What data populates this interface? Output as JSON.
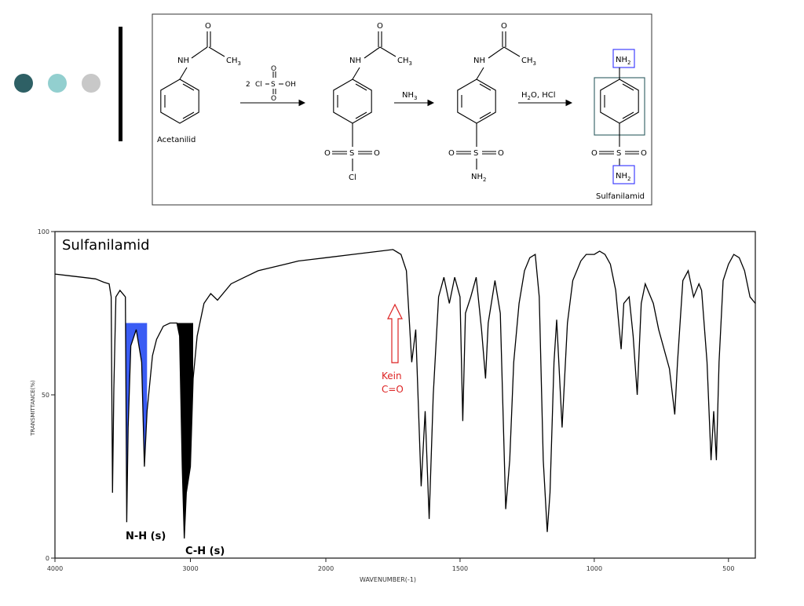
{
  "decor": {
    "dot_colors": [
      "#2e6065",
      "#92cfcf",
      "#c8c8c8"
    ],
    "bar_color": "#000000"
  },
  "reaction": {
    "labels": {
      "start_name": "Acetanilid",
      "product_name": "Sulfanilamid",
      "nh": "NH",
      "ch3": "CH",
      "ch3_sub": "3",
      "o": "O",
      "s": "S",
      "cl": "Cl",
      "oh": "OH",
      "nh2": "NH",
      "nh2_sub": "2"
    },
    "reagents": {
      "step1_coef": "2",
      "step2": "NH",
      "step2_sub": "3",
      "step3_a": "H",
      "step3_sub": "2",
      "step3_b": "O, HCl"
    },
    "highlight_color": "#3030ff",
    "ring_box_color": "#2e5c60"
  },
  "chart_data": {
    "type": "line",
    "title": "Sulfanilamid",
    "xlabel": "WAVENUMBER(-1)",
    "ylabel": "TRANSMITTANCE(%)",
    "x_range": [
      4000,
      400
    ],
    "ylim": [
      0,
      100
    ],
    "x_ticks": [
      4000,
      3000,
      2000,
      1500,
      1000,
      500
    ],
    "x_tick_labels": [
      "4000",
      "3000",
      "2000",
      "1500",
      "1000",
      "500"
    ],
    "y_ticks": [
      0,
      50,
      100
    ],
    "y_tick_labels": [
      "0",
      "50",
      "100"
    ],
    "series": [
      {
        "color": "#000000",
        "points": [
          [
            4000,
            87
          ],
          [
            3900,
            86.5
          ],
          [
            3800,
            86
          ],
          [
            3700,
            85.5
          ],
          [
            3640,
            84.5
          ],
          [
            3600,
            84
          ],
          [
            3585,
            80
          ],
          [
            3575,
            20
          ],
          [
            3565,
            52
          ],
          [
            3550,
            80
          ],
          [
            3520,
            82
          ],
          [
            3480,
            80
          ],
          [
            3470,
            11
          ],
          [
            3460,
            40
          ],
          [
            3440,
            65
          ],
          [
            3400,
            70
          ],
          [
            3360,
            60
          ],
          [
            3340,
            28
          ],
          [
            3320,
            45
          ],
          [
            3280,
            62
          ],
          [
            3250,
            67
          ],
          [
            3200,
            71
          ],
          [
            3150,
            72
          ],
          [
            3100,
            72
          ],
          [
            3080,
            68
          ],
          [
            3060,
            28
          ],
          [
            3045,
            6
          ],
          [
            3030,
            20
          ],
          [
            3000,
            28
          ],
          [
            2980,
            55
          ],
          [
            2950,
            68
          ],
          [
            2900,
            78
          ],
          [
            2850,
            81
          ],
          [
            2800,
            79
          ],
          [
            2700,
            84
          ],
          [
            2600,
            86
          ],
          [
            2500,
            88
          ],
          [
            2400,
            89
          ],
          [
            2300,
            90
          ],
          [
            2200,
            91
          ],
          [
            2100,
            91.5
          ],
          [
            2000,
            92
          ],
          [
            1900,
            93
          ],
          [
            1800,
            94
          ],
          [
            1750,
            94.5
          ],
          [
            1720,
            93
          ],
          [
            1700,
            88
          ],
          [
            1680,
            60
          ],
          [
            1665,
            70
          ],
          [
            1645,
            22
          ],
          [
            1630,
            45
          ],
          [
            1615,
            12
          ],
          [
            1600,
            50
          ],
          [
            1580,
            80
          ],
          [
            1560,
            86
          ],
          [
            1540,
            78
          ],
          [
            1520,
            86
          ],
          [
            1500,
            80
          ],
          [
            1490,
            42
          ],
          [
            1480,
            75
          ],
          [
            1460,
            80
          ],
          [
            1440,
            86
          ],
          [
            1420,
            70
          ],
          [
            1405,
            55
          ],
          [
            1395,
            72
          ],
          [
            1370,
            85
          ],
          [
            1350,
            75
          ],
          [
            1330,
            15
          ],
          [
            1315,
            30
          ],
          [
            1300,
            60
          ],
          [
            1280,
            78
          ],
          [
            1260,
            88
          ],
          [
            1240,
            92
          ],
          [
            1220,
            93
          ],
          [
            1205,
            80
          ],
          [
            1190,
            30
          ],
          [
            1175,
            8
          ],
          [
            1165,
            20
          ],
          [
            1150,
            60
          ],
          [
            1140,
            73
          ],
          [
            1120,
            40
          ],
          [
            1100,
            72
          ],
          [
            1080,
            85
          ],
          [
            1050,
            91
          ],
          [
            1030,
            93
          ],
          [
            1000,
            93
          ],
          [
            980,
            94
          ],
          [
            960,
            93
          ],
          [
            940,
            90
          ],
          [
            920,
            82
          ],
          [
            900,
            64
          ],
          [
            890,
            78
          ],
          [
            870,
            80
          ],
          [
            855,
            68
          ],
          [
            840,
            50
          ],
          [
            825,
            78
          ],
          [
            810,
            84
          ],
          [
            780,
            78
          ],
          [
            760,
            70
          ],
          [
            720,
            58
          ],
          [
            700,
            44
          ],
          [
            690,
            60
          ],
          [
            670,
            85
          ],
          [
            650,
            88
          ],
          [
            630,
            80
          ],
          [
            610,
            84
          ],
          [
            600,
            82
          ],
          [
            580,
            60
          ],
          [
            565,
            30
          ],
          [
            555,
            45
          ],
          [
            545,
            30
          ],
          [
            535,
            60
          ],
          [
            520,
            85
          ],
          [
            500,
            90
          ],
          [
            480,
            93
          ],
          [
            460,
            92
          ],
          [
            440,
            88
          ],
          [
            420,
            80
          ],
          [
            400,
            78
          ]
        ]
      }
    ],
    "shaded_regions": [
      {
        "from": 3480,
        "to": 3320,
        "top": 72,
        "color": "#3a5cf4"
      },
      {
        "from": 3100,
        "to": 2980,
        "top": 72,
        "color": "#000000"
      }
    ],
    "annotations": [
      {
        "text": "N-H (s)"
      },
      {
        "text": "C-H (s)"
      },
      {
        "text": "Kein",
        "color": "#dd2222"
      },
      {
        "text": "C=O",
        "color": "#dd2222"
      }
    ]
  }
}
